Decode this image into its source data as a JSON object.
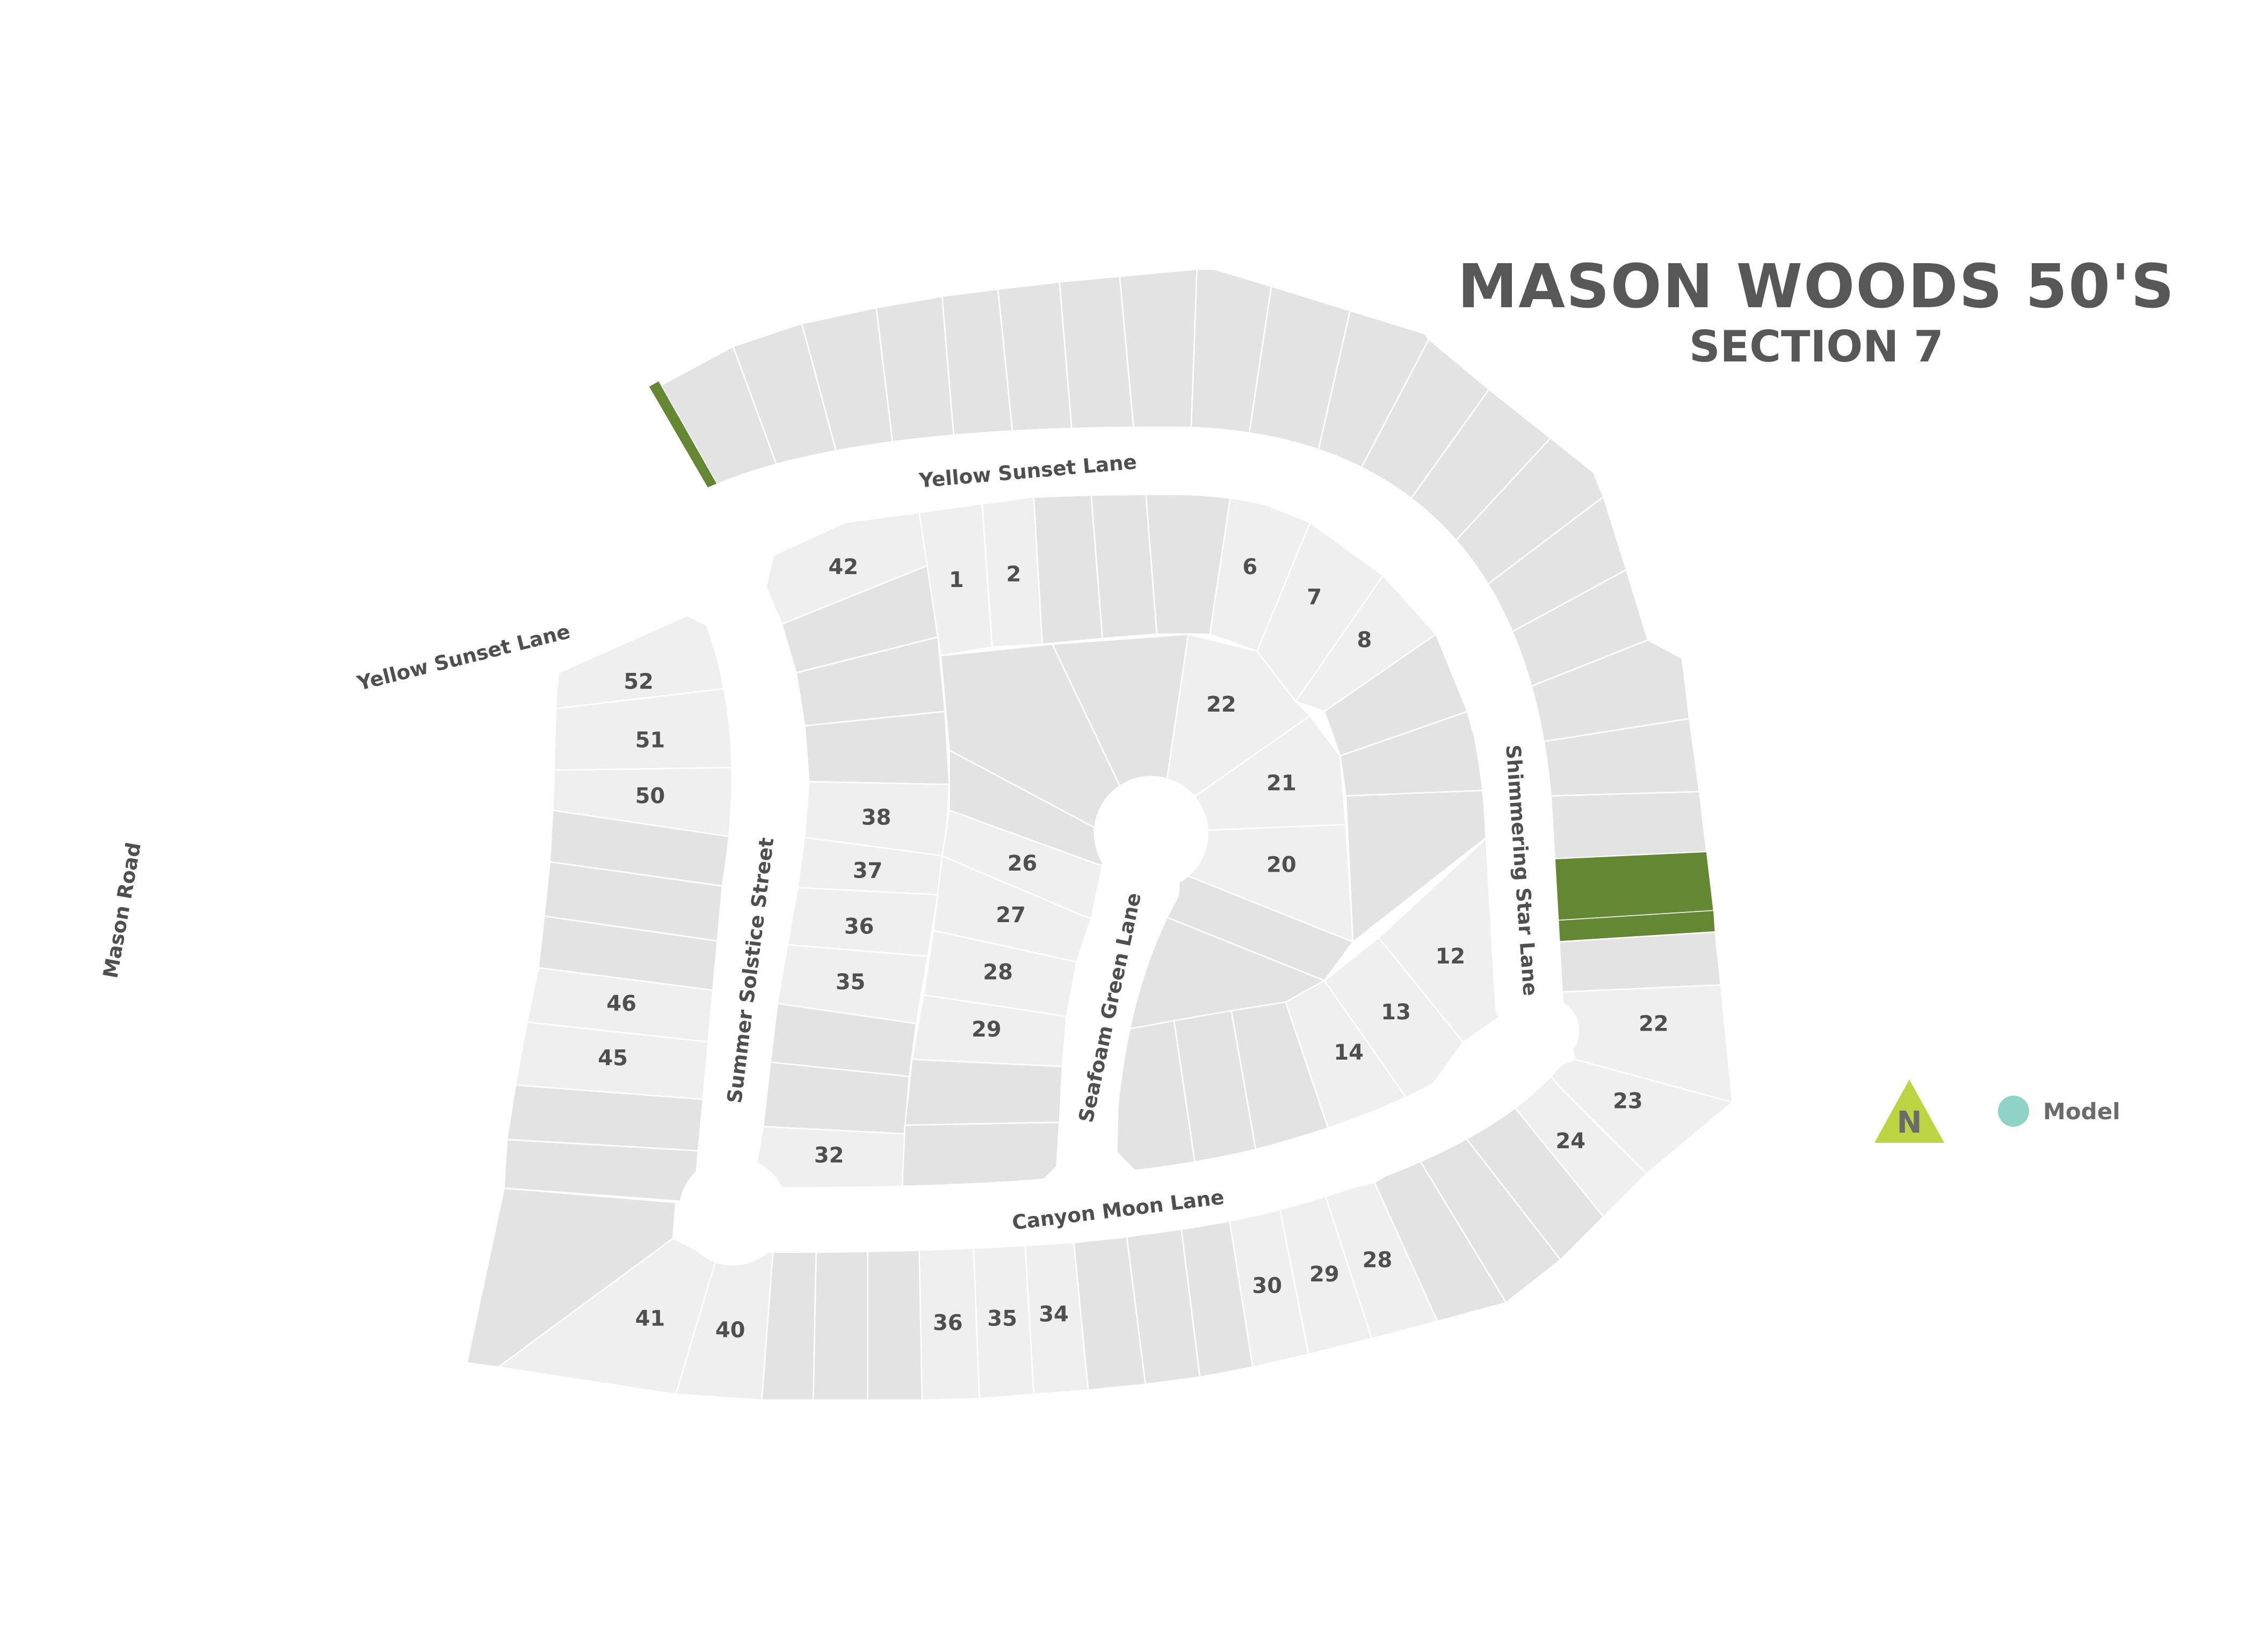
{
  "title": {
    "main": "MASON WOODS 50'S",
    "sub": "SECTION 7"
  },
  "legend": {
    "north_label": "N",
    "model_label": "Model",
    "colors": {
      "north_arrow": "#bdd442",
      "model_dot": "#8fd3c6"
    }
  },
  "colors": {
    "lot_available": "#efefef",
    "lot_unavailable": "#e3e3e3",
    "highlight": "#648733",
    "text": "#4f4f4f"
  },
  "streets": {
    "yellow_sunset_lane_top": "Yellow Sunset Lane",
    "yellow_sunset_lane_left": "Yellow Sunset Lane",
    "summer_solstice_street": "Summer Solstice Street",
    "seafoam_green_lane": "Seafoam Green Lane",
    "shimmering_star_lane": "Shimmering Star Lane",
    "canyon_moon_lane": "Canyon Moon Lane",
    "mason_road": "Mason Road"
  },
  "lots": {
    "l42": "42",
    "l1": "1",
    "l2": "2",
    "l6": "6",
    "l7": "7",
    "l8": "8",
    "l22a": "22",
    "l21": "21",
    "l20": "20",
    "l52": "52",
    "l51": "51",
    "l50": "50",
    "l46": "46",
    "l45": "45",
    "l38": "38",
    "l37": "37",
    "l36a": "36",
    "l35a": "35",
    "l26": "26",
    "l27": "27",
    "l28a": "28",
    "l29a": "29",
    "l32": "32",
    "l12": "12",
    "l13": "13",
    "l14": "14",
    "l22b": "22",
    "l23": "23",
    "l24": "24",
    "l41": "41",
    "l40": "40",
    "l36b": "36",
    "l35b": "35",
    "l34": "34",
    "l30": "30",
    "l29b": "29",
    "l28b": "28"
  }
}
